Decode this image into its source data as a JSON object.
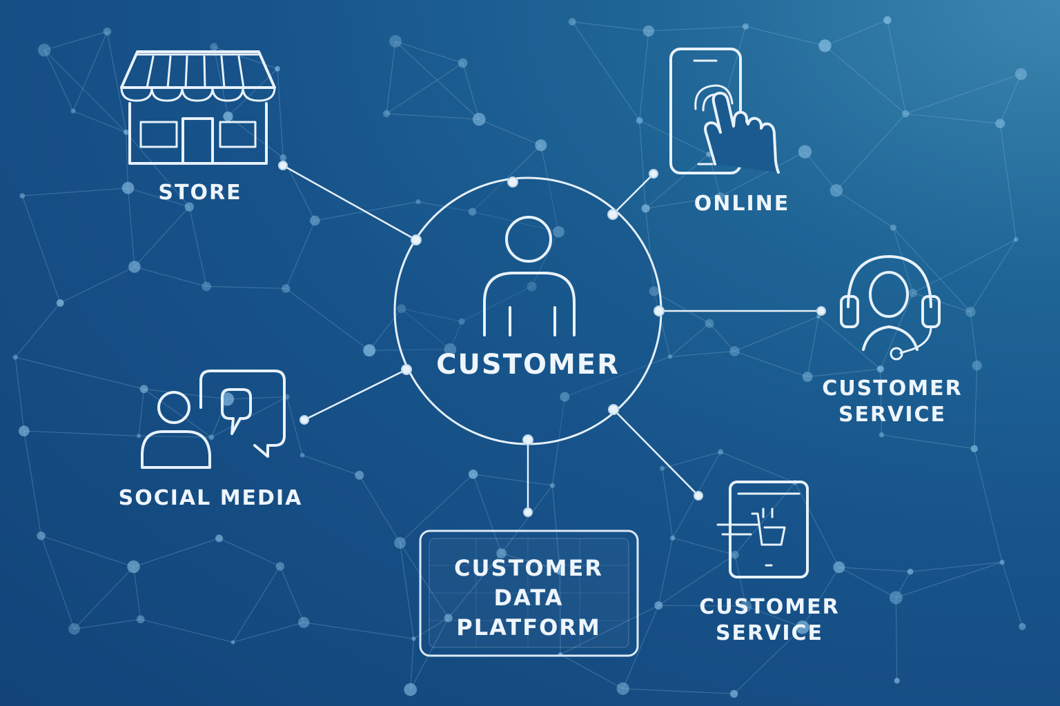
{
  "center": {
    "label": "CUSTOMER",
    "icon": "person-icon"
  },
  "nodes": [
    {
      "id": "store",
      "label": "STORE",
      "icon": "storefront-icon"
    },
    {
      "id": "online",
      "label": "ONLINE",
      "icon": "smartphone-touch-icon"
    },
    {
      "id": "customer-service-headset",
      "label_lines": [
        "CUSTOMER",
        "SERVICE"
      ],
      "icon": "headset-agent-icon"
    },
    {
      "id": "customer-service-tablet",
      "label_lines": [
        "CUSTOMER",
        "SERVICE"
      ],
      "icon": "tablet-cart-icon"
    },
    {
      "id": "customer-data-platform",
      "label_lines": [
        "CUSTOMER",
        "DATA",
        "PLATFORM"
      ],
      "icon": ""
    },
    {
      "id": "social-media",
      "label": "SOCIAL MEDIA",
      "icon": "person-chat-icon"
    }
  ],
  "colors": {
    "background_dark": "#124479",
    "background_light": "#3b86b0",
    "foreground": "#e8f2fa"
  }
}
